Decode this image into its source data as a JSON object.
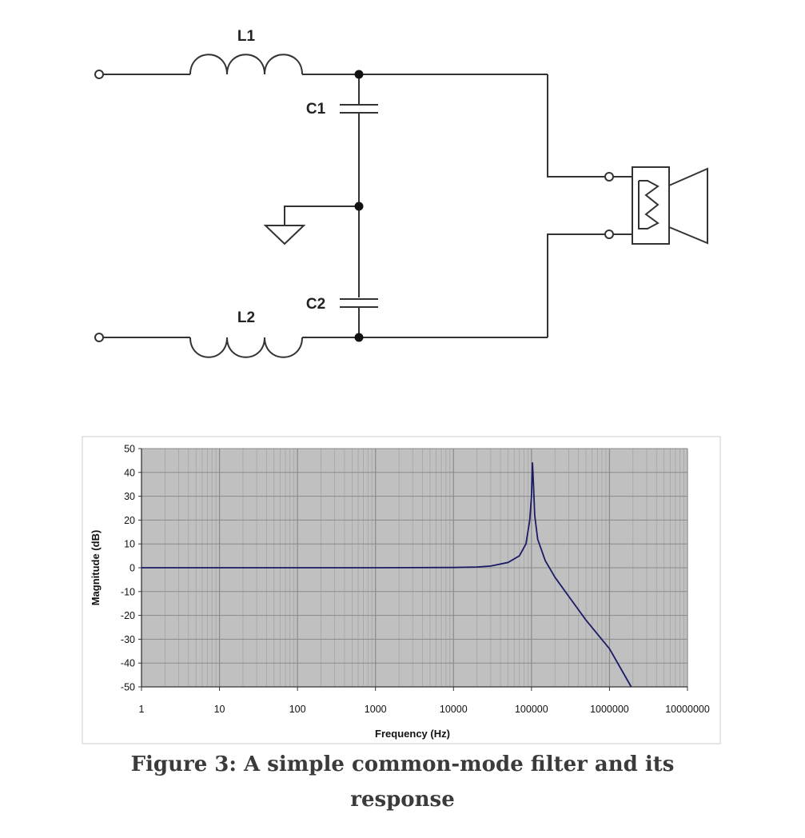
{
  "schematic": {
    "labels": {
      "l1": "L1",
      "c1": "C1",
      "c2": "C2",
      "l2": "L2"
    },
    "icons": [
      "inductor-icon",
      "capacitor-icon",
      "ground-icon",
      "speaker-icon",
      "resistor-icon",
      "terminal-icon",
      "junction-dot-icon"
    ]
  },
  "chart_data": {
    "type": "line",
    "x_scale": "log",
    "xlim": [
      1,
      10000000
    ],
    "ylim": [
      -50,
      50
    ],
    "xlabel": "Frequency (Hz)",
    "ylabel": "Magnitude (dB)",
    "x_tick_labels": [
      "1",
      "10",
      "100",
      "1000",
      "10000",
      "100000",
      "1000000",
      "10000000"
    ],
    "y_tick_labels": [
      "50",
      "40",
      "30",
      "20",
      "10",
      "0",
      "-10",
      "-20",
      "-30",
      "-40",
      "-50"
    ],
    "grid": true,
    "legend": "none",
    "plot_background": "#c0c0c0",
    "series": [
      {
        "color": "#1a1a66",
        "x": [
          1,
          10,
          100,
          1000,
          10000,
          20000,
          30000,
          50000,
          70000,
          85000,
          95000,
          100000,
          103000,
          106000,
          110000,
          120000,
          150000,
          200000,
          300000,
          500000,
          1000000,
          1900000
        ],
        "y": [
          0,
          0,
          0,
          0,
          0.1,
          0.3,
          0.7,
          2.2,
          5,
          10,
          20,
          30,
          44,
          35,
          22,
          12,
          3,
          -4,
          -12,
          -22,
          -34,
          -50
        ]
      }
    ]
  },
  "caption": {
    "line1": "Figure 3: A simple common-mode filter and its",
    "line2": "response"
  }
}
